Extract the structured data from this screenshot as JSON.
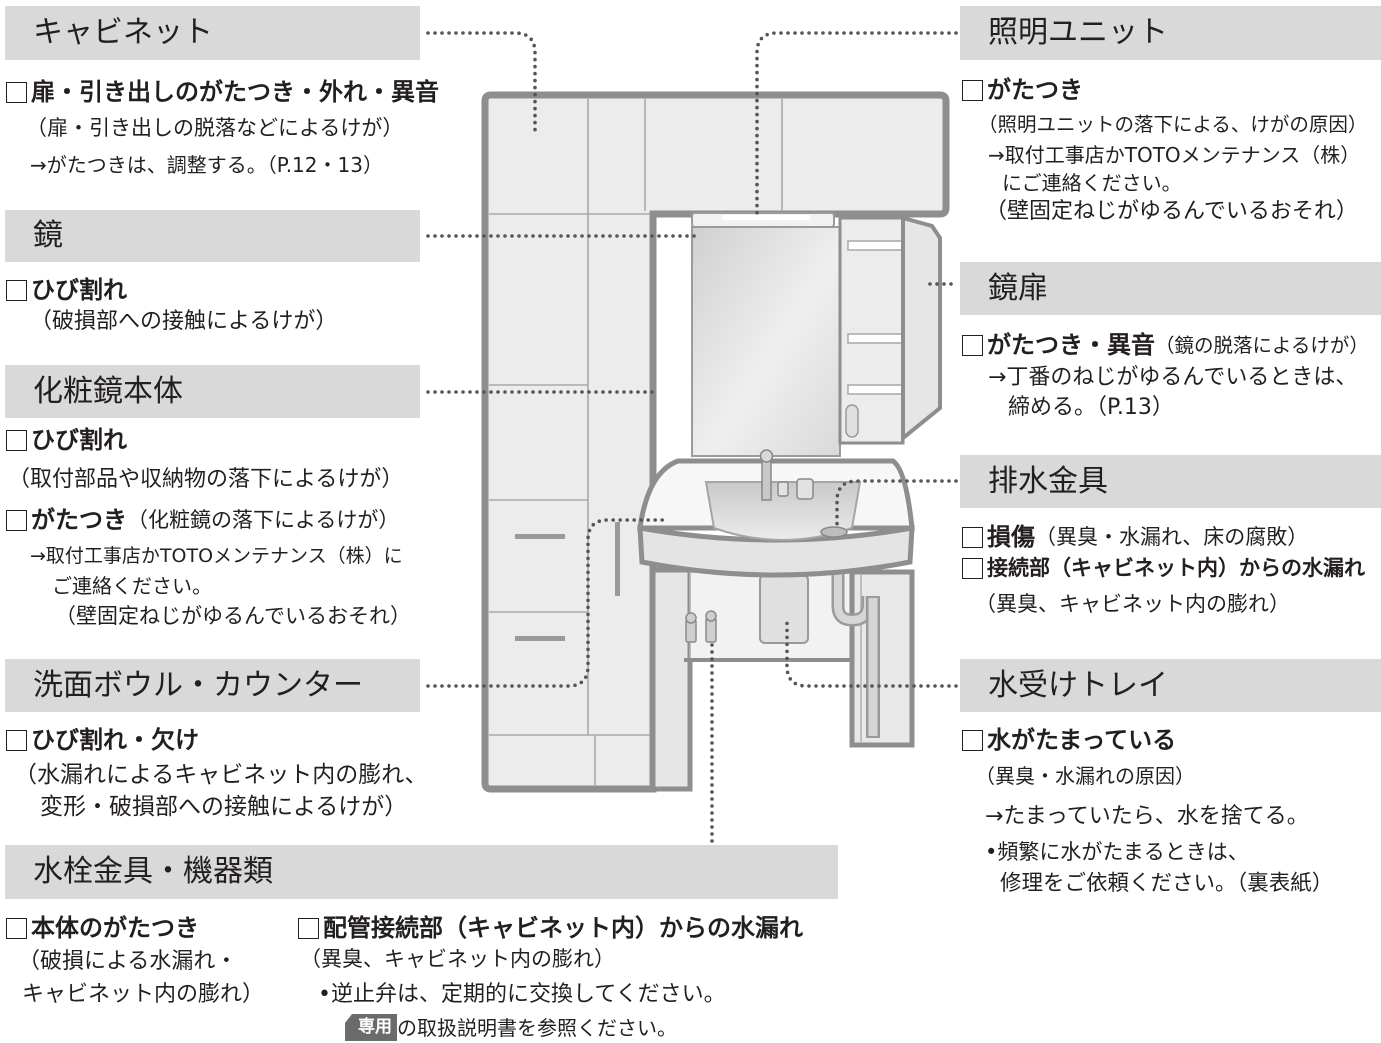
{
  "icons": {
    "checkbox": "checkbox-icon",
    "manual_badge": "book-icon"
  },
  "colors": {
    "text": "#231f20",
    "header_bar": "#d9d9d9",
    "leader_dots": "#555555",
    "badge": "#6b6b6b",
    "illustration_outline": "#8e8e8e",
    "illustration_fill": "#ececec"
  },
  "left": {
    "cabinet": {
      "title": "キャビネット",
      "check": "扉・引き出しのがたつき・外れ・異音",
      "lines": [
        "（扉・引き出しの脱落などによるけが）",
        "→がたつきは、調整する。（P.12・13）"
      ]
    },
    "mirror": {
      "title": "鏡",
      "check": "ひび割れ",
      "lines": [
        "（破損部への接触によるけが）"
      ]
    },
    "mirror_body": {
      "title": "化粧鏡本体",
      "check1": "ひび割れ",
      "check1_lines": [
        "（取付部品や収納物の落下によるけが）"
      ],
      "check2": "がたつき",
      "check2_note": "（化粧鏡の落下によるけが）",
      "check2_lines": [
        "→取付工事店かTOTOメンテナンス（株）に",
        "ご連絡ください。",
        "（壁固定ねじがゆるんでいるおそれ）"
      ]
    },
    "bowl_counter": {
      "title": "洗面ボウル・カウンター",
      "check": "ひび割れ・欠け",
      "lines": [
        "（水漏れによるキャビネット内の膨れ、",
        "変形・破損部への接触によるけが）"
      ]
    }
  },
  "bottom": {
    "faucet_devices": {
      "title": "水栓金具・機器類",
      "check1": "本体のがたつき",
      "check1_lines": [
        "（破損による水漏れ・",
        "キャビネット内の膨れ）"
      ],
      "check2": "配管接続部（キャビネット内）からの水漏れ",
      "check2_lines": [
        "（異臭、キャビネット内の膨れ）",
        "•逆止弁は、定期的に交換してください。"
      ],
      "badge": "専用",
      "badge_text": "の取扱説明書を参照ください。"
    }
  },
  "right": {
    "lighting_unit": {
      "title": "照明ユニット",
      "check": "がたつき",
      "lines": [
        "（照明ユニットの落下による、けがの原因）",
        "→取付工事店かTOTOメンテナンス（株）",
        "にご連絡ください。",
        "（壁固定ねじがゆるんでいるおそれ）"
      ]
    },
    "mirror_door": {
      "title": "鏡扉",
      "check": "がたつき・異音",
      "check_note": "（鏡の脱落によるけが）",
      "lines": [
        "→丁番のねじがゆるんでいるときは、",
        "締める。（P.13）"
      ]
    },
    "drain_fitting": {
      "title": "排水金具",
      "check1": "損傷",
      "check1_note": "（異臭・水漏れ、床の腐敗）",
      "check2": "接続部（キャビネット内）からの水漏れ",
      "lines": [
        "（異臭、キャビネット内の膨れ）"
      ]
    },
    "water_tray": {
      "title": "水受けトレイ",
      "check": "水がたまっている",
      "lines": [
        "（異臭・水漏れの原因）",
        "→たまっていたら、水を捨てる。",
        "•頻繁に水がたまるときは、",
        "修理をご依頼ください。（裏表紙）"
      ]
    }
  }
}
